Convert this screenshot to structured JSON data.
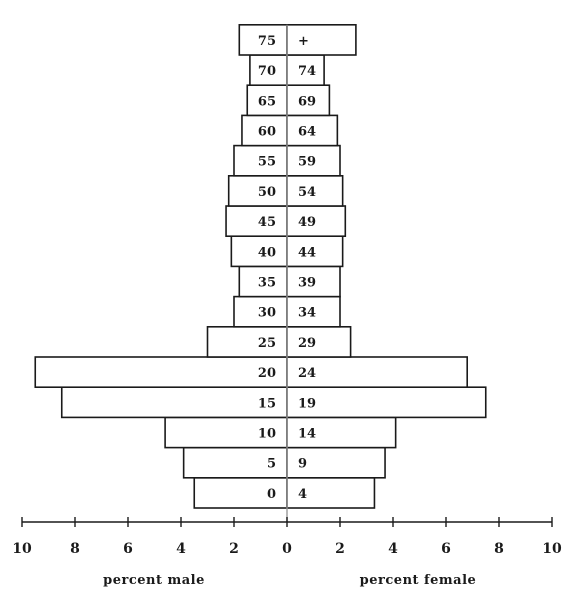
{
  "chart_data": {
    "type": "bar",
    "orientation": "horizontal",
    "subtype": "population-pyramid",
    "age_groups": [
      {
        "lower": "0",
        "upper": "4"
      },
      {
        "lower": "5",
        "upper": "9"
      },
      {
        "lower": "10",
        "upper": "14"
      },
      {
        "lower": "15",
        "upper": "19"
      },
      {
        "lower": "20",
        "upper": "24"
      },
      {
        "lower": "25",
        "upper": "29"
      },
      {
        "lower": "30",
        "upper": "34"
      },
      {
        "lower": "35",
        "upper": "39"
      },
      {
        "lower": "40",
        "upper": "44"
      },
      {
        "lower": "45",
        "upper": "49"
      },
      {
        "lower": "50",
        "upper": "54"
      },
      {
        "lower": "55",
        "upper": "59"
      },
      {
        "lower": "60",
        "upper": "64"
      },
      {
        "lower": "65",
        "upper": "69"
      },
      {
        "lower": "70",
        "upper": "74"
      },
      {
        "lower": "75",
        "upper": "+"
      }
    ],
    "series": [
      {
        "side": "left",
        "values": [
          3.5,
          3.9,
          4.6,
          8.5,
          9.5,
          3.0,
          2.0,
          1.8,
          2.1,
          2.3,
          2.2,
          2.0,
          1.7,
          1.5,
          1.4,
          1.8
        ]
      },
      {
        "side": "right",
        "values": [
          3.3,
          3.7,
          4.1,
          7.5,
          6.8,
          2.4,
          2.0,
          2.0,
          2.1,
          2.2,
          2.1,
          2.0,
          1.9,
          1.6,
          1.4,
          2.6
        ]
      }
    ],
    "x_ticks": [
      {
        "value": -10,
        "label": "10"
      },
      {
        "value": -8,
        "label": "8"
      },
      {
        "value": -6,
        "label": "6"
      },
      {
        "value": -4,
        "label": "4"
      },
      {
        "value": -2,
        "label": "2"
      },
      {
        "value": 0,
        "label": "0"
      },
      {
        "value": 2,
        "label": "2"
      },
      {
        "value": 4,
        "label": "4"
      },
      {
        "value": 6,
        "label": "6"
      },
      {
        "value": 8,
        "label": "8"
      },
      {
        "value": 10,
        "label": "10"
      }
    ],
    "xlim": [
      -10,
      10
    ],
    "xlabel_left": "percent male",
    "xlabel_right": "percent female",
    "title": "",
    "grid": false
  }
}
